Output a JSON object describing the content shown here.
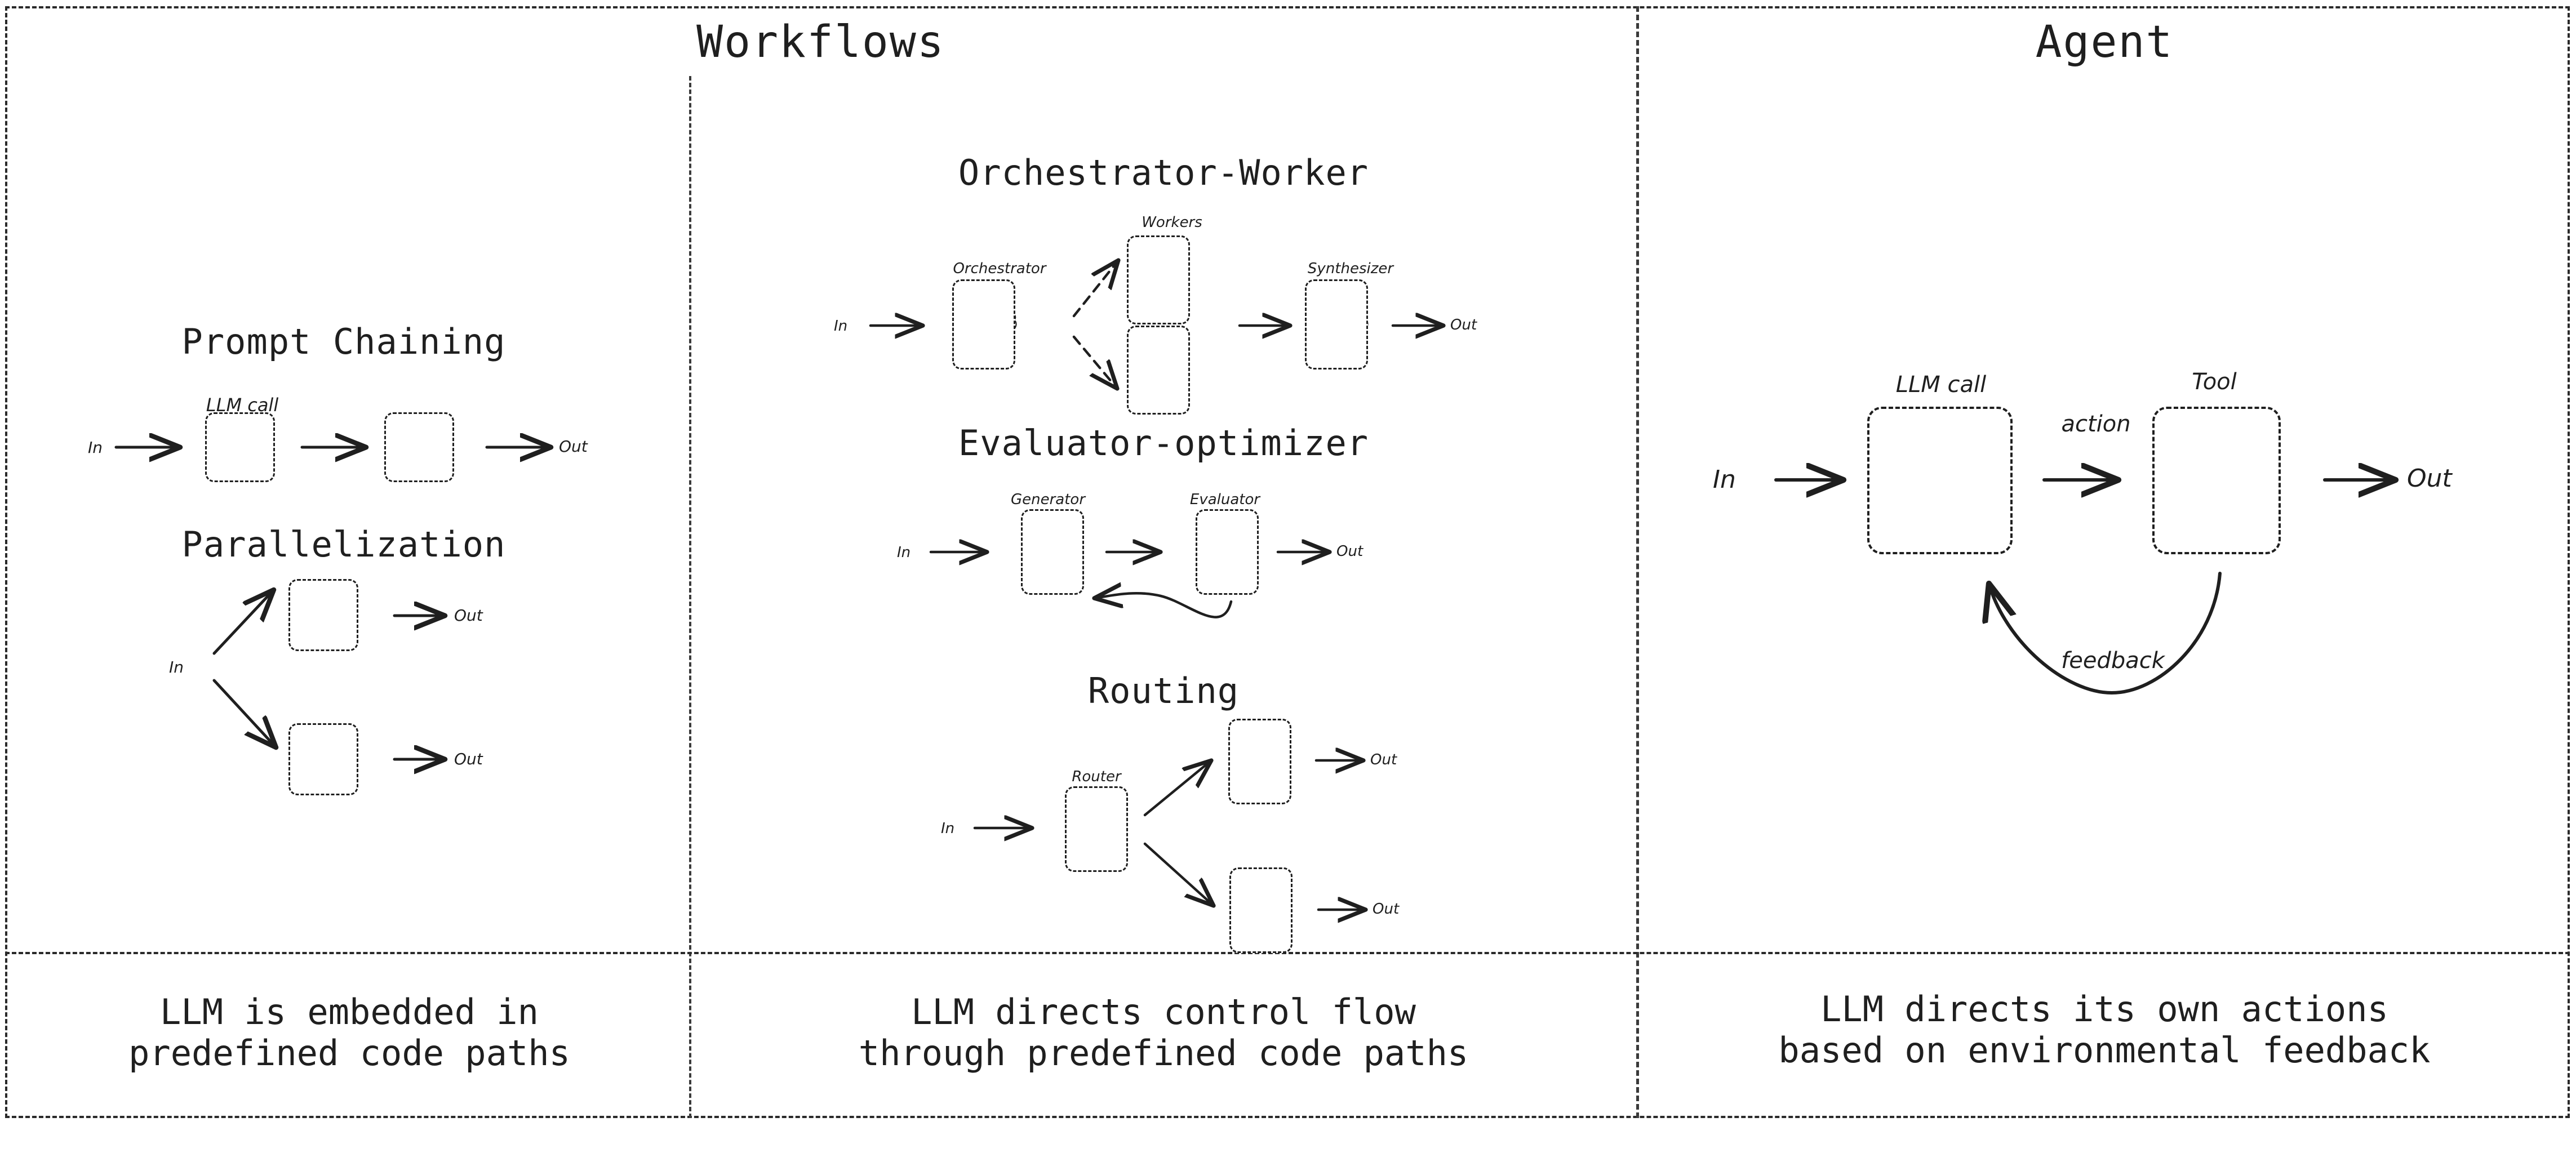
{
  "columns": {
    "workflows_header": "Workflows",
    "agent_header": "Agent"
  },
  "sections": {
    "prompt_chaining": {
      "title": "Prompt Chaining",
      "node_label": "LLM call",
      "input": "In",
      "output": "Out",
      "node_icon": "brain-icon",
      "node_count": 2
    },
    "parallelization": {
      "title": "Parallelization",
      "input": "In",
      "output_top": "Out",
      "output_bottom": "Out",
      "node_icon": "brain-icon",
      "node_count": 2
    },
    "orchestrator_worker": {
      "title": "Orchestrator-Worker",
      "orchestrator_label": "Orchestrator",
      "workers_label": "Workers",
      "synthesizer_label": "Synthesizer",
      "input": "In",
      "output": "Out",
      "node_icon": "brain-icon",
      "worker_count": 2
    },
    "evaluator_optimizer": {
      "title": "Evaluator-optimizer",
      "generator_label": "Generator",
      "evaluator_label": "Evaluator",
      "input": "In",
      "output": "Out",
      "node_icon": "brain-icon"
    },
    "routing": {
      "title": "Routing",
      "router_label": "Router",
      "input": "In",
      "output_top": "Out",
      "output_bottom": "Out",
      "node_icon": "brain-icon",
      "branch_count": 2
    },
    "agent": {
      "llm_label": "LLM call",
      "tool_label": "Tool",
      "action_label": "action",
      "feedback_label": "feedback",
      "input": "In",
      "output": "Out",
      "llm_icon": "brain-icon",
      "tool_icon": "hammer-and-wrench-icon"
    }
  },
  "captions": {
    "workflows_left": "LLM is embedded in\npredefined code paths",
    "workflows_right": "LLM directs control flow\nthrough predefined code paths",
    "agent": "LLM directs its own actions\nbased on environmental feedback"
  },
  "colors": {
    "ink": "#1f1f1f",
    "divider": "#3a3a3a",
    "background": "#ffffff",
    "tool_metal": "#8fb8c9",
    "tool_metal_dark": "#6ba3b8",
    "tool_handle": "#a5663f"
  }
}
